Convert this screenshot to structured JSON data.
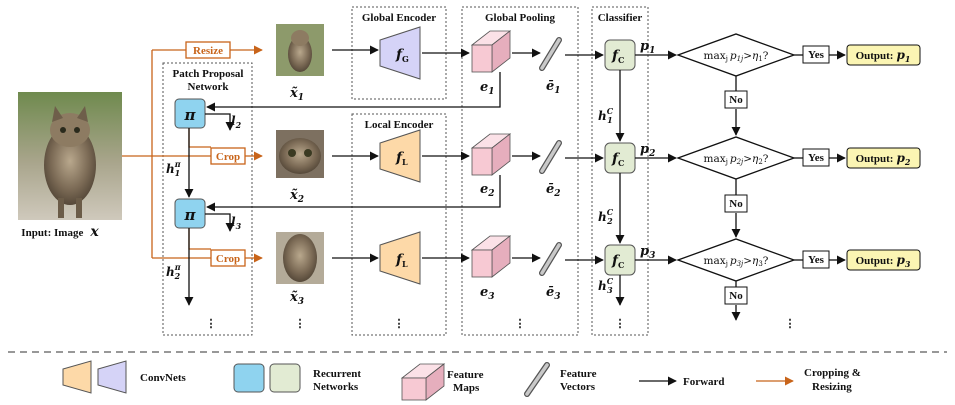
{
  "sections": {
    "global_encoder": "Global Encoder",
    "global_pooling": "Global Pooling",
    "classifier": "Classifier",
    "patch_proposal_line1": "Patch Proposal",
    "patch_proposal_line2": "Network",
    "local_encoder": "Local Encoder"
  },
  "input_label": "Input: Image",
  "input_symbol": "x",
  "ops": {
    "resize": "Resize",
    "crop": "Crop"
  },
  "glyphs": {
    "pi": "π",
    "fc": "f",
    "fc_sub": "C",
    "fg_sub": "G",
    "fl_sub": "L",
    "ellipsis": "⋮"
  },
  "rows": [
    {
      "image": "x̃",
      "image_sub": "1",
      "map": "e",
      "map_sub": "1",
      "vec": "ē",
      "vec_sub": "1",
      "prob": "p",
      "prob_sub": "1",
      "cond": "max",
      "cond_j": "j",
      "cond_p": "p",
      "cond_sub": "1j",
      "cond_eta": "η",
      "cond_eta_sub": "1",
      "output": "Output:"
    },
    {
      "image": "x̃",
      "image_sub": "2",
      "map": "e",
      "map_sub": "2",
      "vec": "ē",
      "vec_sub": "2",
      "prob": "p",
      "prob_sub": "2",
      "cond": "max",
      "cond_j": "j",
      "cond_p": "p",
      "cond_sub": "2j",
      "cond_eta": "η",
      "cond_eta_sub": "2",
      "output": "Output:"
    },
    {
      "image": "x̃",
      "image_sub": "3",
      "map": "e",
      "map_sub": "3",
      "vec": "ē",
      "vec_sub": "3",
      "prob": "p",
      "prob_sub": "3",
      "cond": "max",
      "cond_j": "j",
      "cond_p": "p",
      "cond_sub": "3j",
      "cond_eta": "η",
      "cond_eta_sub": "3",
      "output": "Output:"
    }
  ],
  "decisions": {
    "yes": "Yes",
    "no": "No"
  },
  "latents": {
    "l2": "l",
    "l2_sub": "2",
    "l3": "l",
    "l3_sub": "3",
    "h1pi": "h",
    "h1pi_sub": "1",
    "h1pi_sup": "π",
    "h2pi": "h",
    "h2pi_sub": "2",
    "h2pi_sup": "π",
    "h1c": "h",
    "h1c_sub": "1",
    "h1c_sup": "C",
    "h2c": "h",
    "h2c_sub": "2",
    "h2c_sup": "C",
    "h3c": "h",
    "h3c_sub": "3",
    "h3c_sup": "C"
  },
  "legend": {
    "convnets": "ConvNets",
    "recurrent_line1": "Recurrent",
    "recurrent_line2": "Networks",
    "feature_maps_line1": "Feature",
    "feature_maps_line2": "Maps",
    "feature_vectors_line1": "Feature",
    "feature_vectors_line2": "Vectors",
    "forward": "Forward",
    "crop_resize_line1": "Cropping &",
    "crop_resize_line2": "Resizing"
  },
  "colors": {
    "convnet_orange": "#fdd9a8",
    "convnet_purple": "#d5d3f7",
    "recurrent_blue": "#8fd3ef",
    "recurrent_green": "#e2ebd3",
    "feature_map": "#f7c9d3",
    "output_yellow": "#fbf5b3",
    "orange_line": "#c8641a"
  }
}
